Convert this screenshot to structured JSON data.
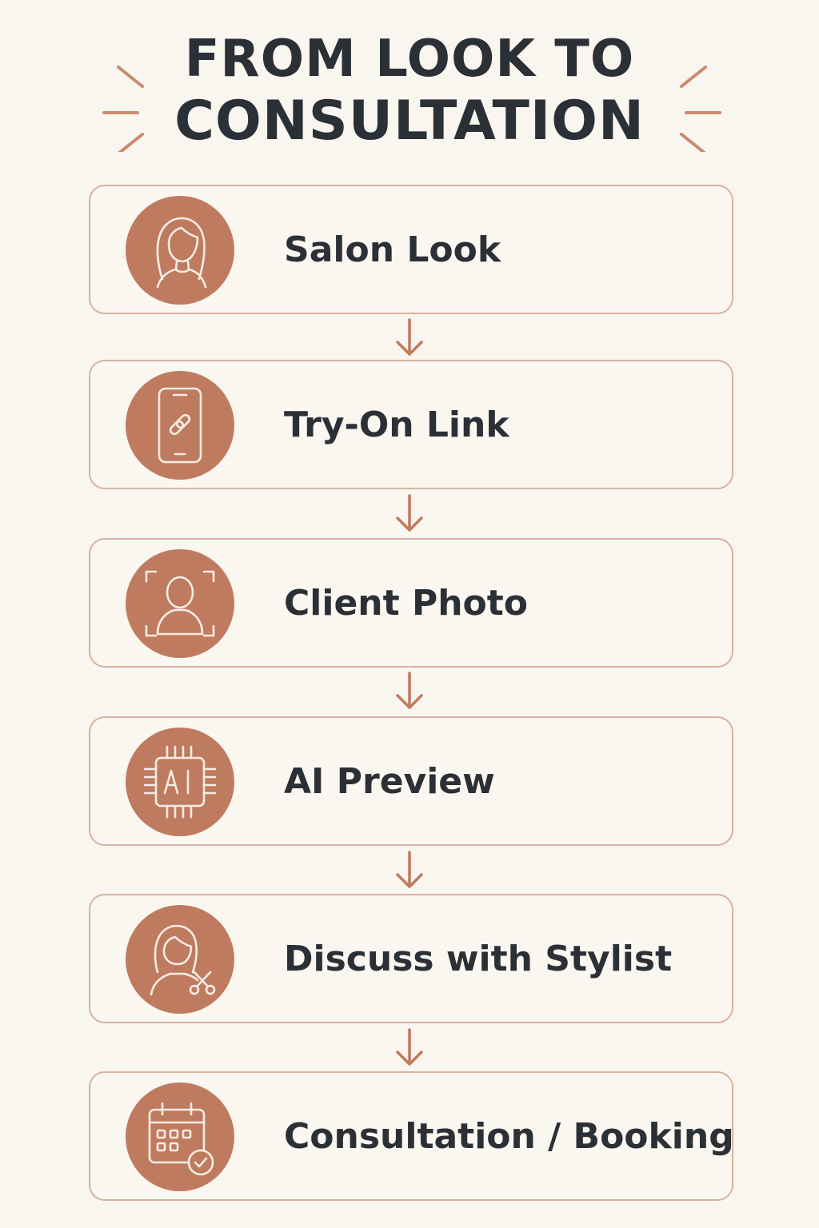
{
  "title": {
    "line1": "FROM LOOK TO",
    "line2": "CONSULTATION"
  },
  "colors": {
    "background": "#f9f5ef",
    "accent": "#bf7b5f",
    "border": "#d8b3a0",
    "text": "#2b3036"
  },
  "steps": [
    {
      "label": "Salon Look",
      "icon": "woman-portrait-icon"
    },
    {
      "label": "Try-On Link",
      "icon": "phone-link-icon"
    },
    {
      "label": "Client Photo",
      "icon": "face-scan-icon"
    },
    {
      "label": "AI Preview",
      "icon": "ai-chip-icon"
    },
    {
      "label": "Discuss with Stylist",
      "icon": "stylist-scissors-icon"
    },
    {
      "label": "Consultation / Booking",
      "icon": "calendar-check-icon"
    }
  ]
}
